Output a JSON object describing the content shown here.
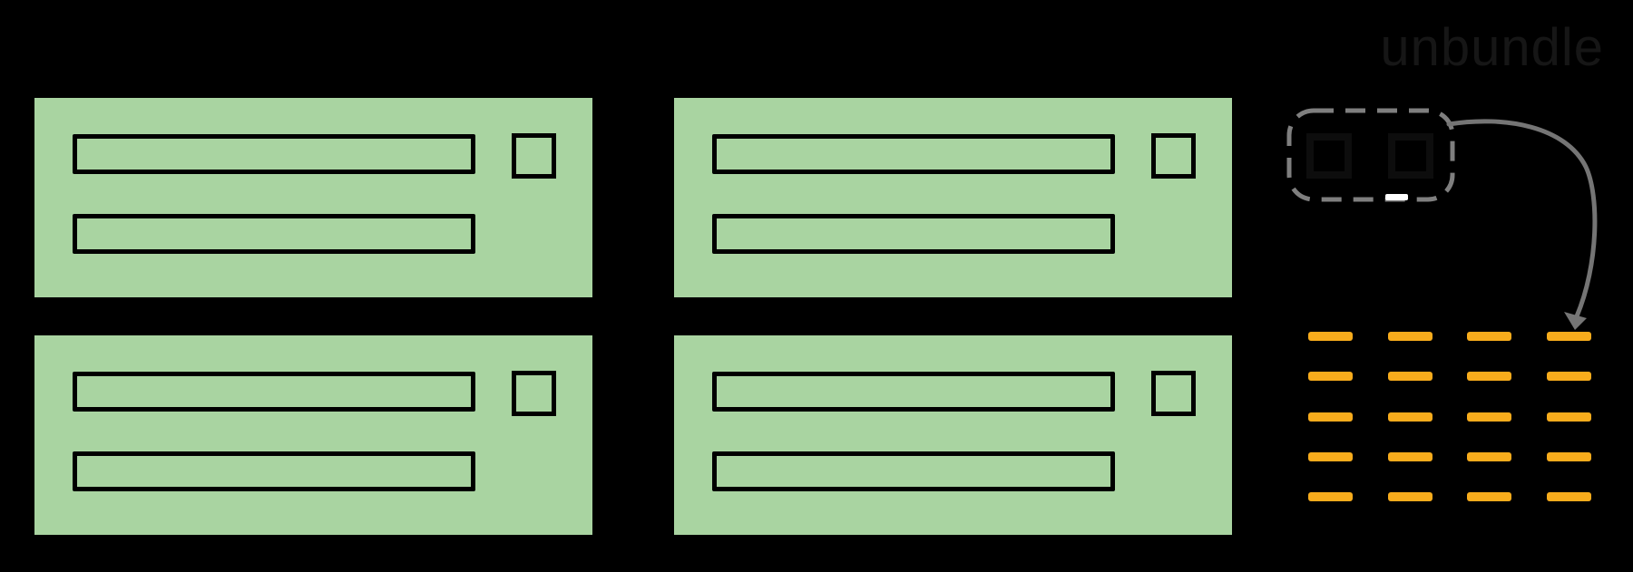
{
  "annotation": {
    "label": "unbundle"
  },
  "colors": {
    "background": "#000000",
    "card_fill": "#A9D4A1",
    "outline": "#000000",
    "token_outline": "#0D0D0D",
    "dashed_border": "#7F7F7F",
    "arrow": "#757575",
    "dash_fill": "#F8AC1C",
    "label_text": "#161616",
    "highlight": "#FFFFFF"
  },
  "document_cards": {
    "count": 4,
    "bars_per_card": 2,
    "corner_squares_per_card": 1
  },
  "bundle_box": {
    "token_count": 2
  },
  "unbundled_grid": {
    "rows": 5,
    "columns": 4
  }
}
